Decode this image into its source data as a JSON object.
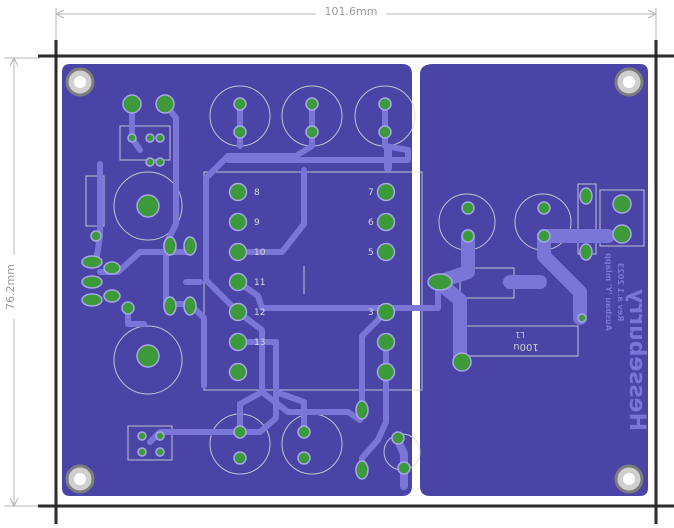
{
  "dimensions": {
    "width_label": "101.6mm",
    "height_label": "76.2mm"
  },
  "board": {
    "brand_text": "Hesseburry",
    "note_line1": "Ausbau 'Y' mlapp",
    "note_line2": "Rev a.1 2023"
  },
  "pin_labels": [
    "7",
    "6",
    "5",
    "8",
    "9",
    "10",
    "11",
    "12",
    "13",
    "3"
  ],
  "inductor": {
    "ref": "L1",
    "value": "100u"
  },
  "colors": {
    "copper_fill": "#4a44a6",
    "trace": "#7a76d8",
    "pad": "#3d9a3a",
    "board_outline": "#2b2b2b",
    "dimension_line": "#b5b5b5",
    "silkscreen": "#d9d9d9"
  }
}
